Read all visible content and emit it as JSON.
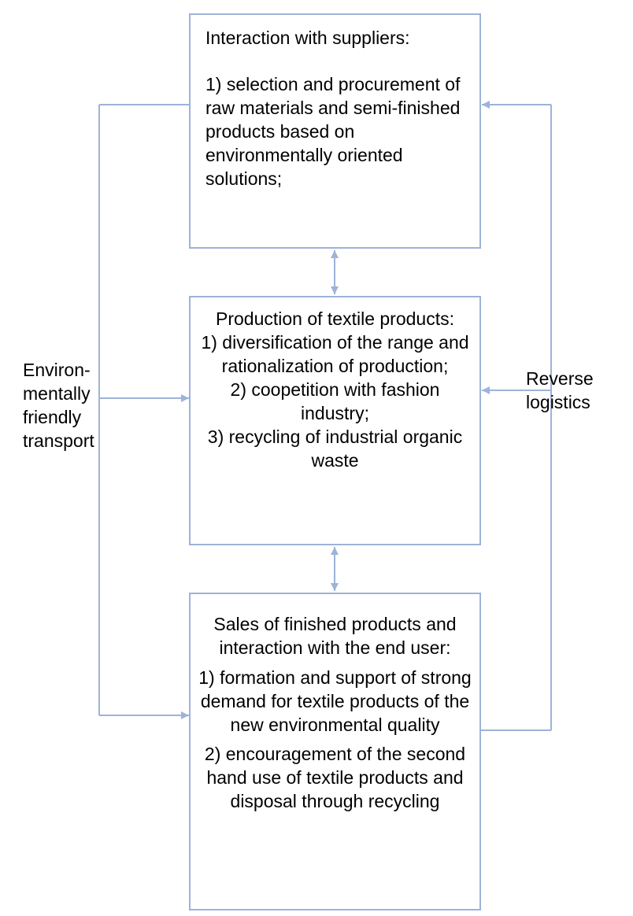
{
  "diagram": {
    "line_color": "#9db3d8",
    "box_border_color": "#9db3d8",
    "suppliers": {
      "heading": "Interaction with suppliers:",
      "item1": "1) selection and procurement of raw materials and semi-finished products based on environmentally oriented solutions;"
    },
    "production": {
      "heading": "Production of textile products:",
      "item1": "1) diversification of the range and rationalization of production;",
      "item2": "2) coopetition with fashion industry;",
      "item3": "3) recycling of industrial organic waste"
    },
    "sales": {
      "heading": "Sales of finished products and interaction with the end user:",
      "item1": "1) formation and support of strong demand for textile products of the new environmental quality",
      "item2": "2) encouragement of the second hand use of textile products and disposal through recycling"
    },
    "left_label": "Environ-\nmentally\nfriendly\ntransport",
    "right_label": "Reverse\nlogistics"
  }
}
